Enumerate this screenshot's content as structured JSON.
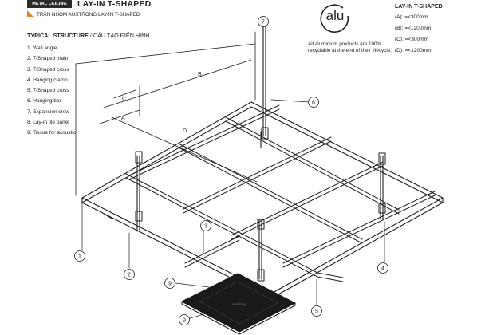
{
  "header": {
    "tag": "METAL CEILING",
    "title": "LAY-IN T-SHAPED",
    "subtitle": "TRẦN NHÔM AUSTRONG LAY-IN T-SHAPED"
  },
  "structure": {
    "heading": "TYPICAL STRUCTURE",
    "heading_vi": " / CẤU TẠO ĐIỂN HÌNH",
    "parts": [
      "1. Wall angle",
      "2. T-Shaped main",
      "3. T-Shaped cross",
      "4. Hanging clamp",
      "5. T-Shaped cross",
      "6. Hanging bar",
      "7. Expansion srew",
      "8. Lay-in tile panel",
      "9. Tissue for acoustic"
    ]
  },
  "brand": {
    "logo": "alu",
    "recycle_note": "All aluminium products are 100% recyclable at the end of their lifecycle."
  },
  "legend": {
    "title": "LAY-IN T-SHAPED",
    "items": [
      "(A): =<300mm",
      "(B): =<1200mm",
      "(C): =<300mm",
      "(D): =<1200mm"
    ]
  },
  "dimensions": {
    "a": "A",
    "b": "B",
    "c": "C",
    "d": "D"
  },
  "callouts": [
    "1",
    "2",
    "3",
    "4",
    "5",
    "6",
    "7",
    "9",
    "9"
  ],
  "panel_text": "Austrong",
  "colors": {
    "accent": "#e8802a",
    "tag_bg": "#2b2b2b",
    "panel": "#1a1a1a",
    "line": "#1e1e1e"
  },
  "icons": {
    "logo": "alu-circle-logo",
    "accent": "orange-triangle"
  }
}
